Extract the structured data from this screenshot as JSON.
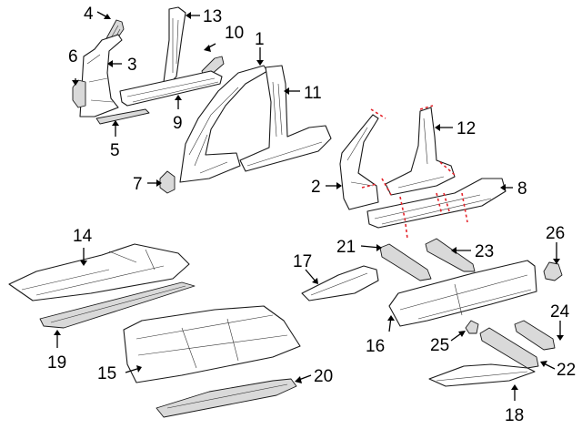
{
  "diagram": {
    "callouts": [
      {
        "id": "c1",
        "text": "1"
      },
      {
        "id": "c2",
        "text": "2"
      },
      {
        "id": "c3",
        "text": "3"
      },
      {
        "id": "c4",
        "text": "4"
      },
      {
        "id": "c5",
        "text": "5"
      },
      {
        "id": "c6",
        "text": "6"
      },
      {
        "id": "c7",
        "text": "7"
      },
      {
        "id": "c8",
        "text": "8"
      },
      {
        "id": "c9",
        "text": "9"
      },
      {
        "id": "c10",
        "text": "10"
      },
      {
        "id": "c11",
        "text": "11"
      },
      {
        "id": "c12",
        "text": "12"
      },
      {
        "id": "c13",
        "text": "13"
      },
      {
        "id": "c14",
        "text": "14"
      },
      {
        "id": "c15",
        "text": "15"
      },
      {
        "id": "c16",
        "text": "16"
      },
      {
        "id": "c17",
        "text": "17"
      },
      {
        "id": "c18",
        "text": "18"
      },
      {
        "id": "c19",
        "text": "19"
      },
      {
        "id": "c20",
        "text": "20"
      },
      {
        "id": "c21",
        "text": "21"
      },
      {
        "id": "c22",
        "text": "22"
      },
      {
        "id": "c23",
        "text": "23"
      },
      {
        "id": "c24",
        "text": "24"
      },
      {
        "id": "c25",
        "text": "25"
      },
      {
        "id": "c26",
        "text": "26"
      }
    ],
    "colors": {
      "outline": "#1a1a1a",
      "leader": "#000000",
      "cut_line": "#e4242b",
      "background": "#ffffff"
    }
  }
}
